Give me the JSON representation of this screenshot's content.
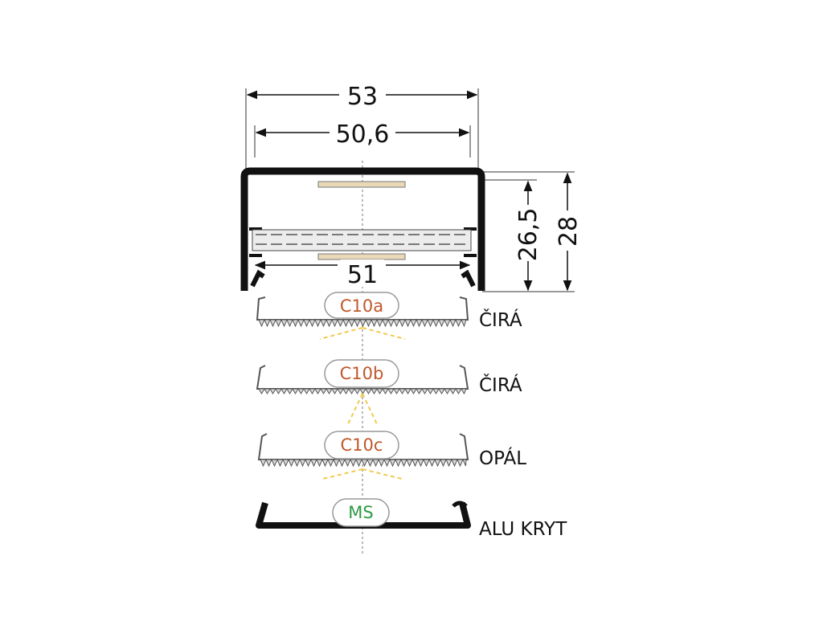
{
  "dimensions": {
    "outer_width": "53",
    "inner_width": "50,6",
    "bottom_width": "51",
    "inner_height": "26,5",
    "outer_height": "28"
  },
  "covers": [
    {
      "code": "C10a",
      "label": "ČIRÁ",
      "code_color": "#c0582a"
    },
    {
      "code": "C10b",
      "label": "ČIRÁ",
      "code_color": "#c0582a"
    },
    {
      "code": "C10c",
      "label": "OPÁL",
      "code_color": "#c0582a"
    },
    {
      "code": "MS",
      "label": "ALU KRYT",
      "code_color": "#2e9a46"
    }
  ],
  "colors": {
    "profile": "#111111",
    "light": "#f2c94c",
    "led": "#ead9b8"
  }
}
